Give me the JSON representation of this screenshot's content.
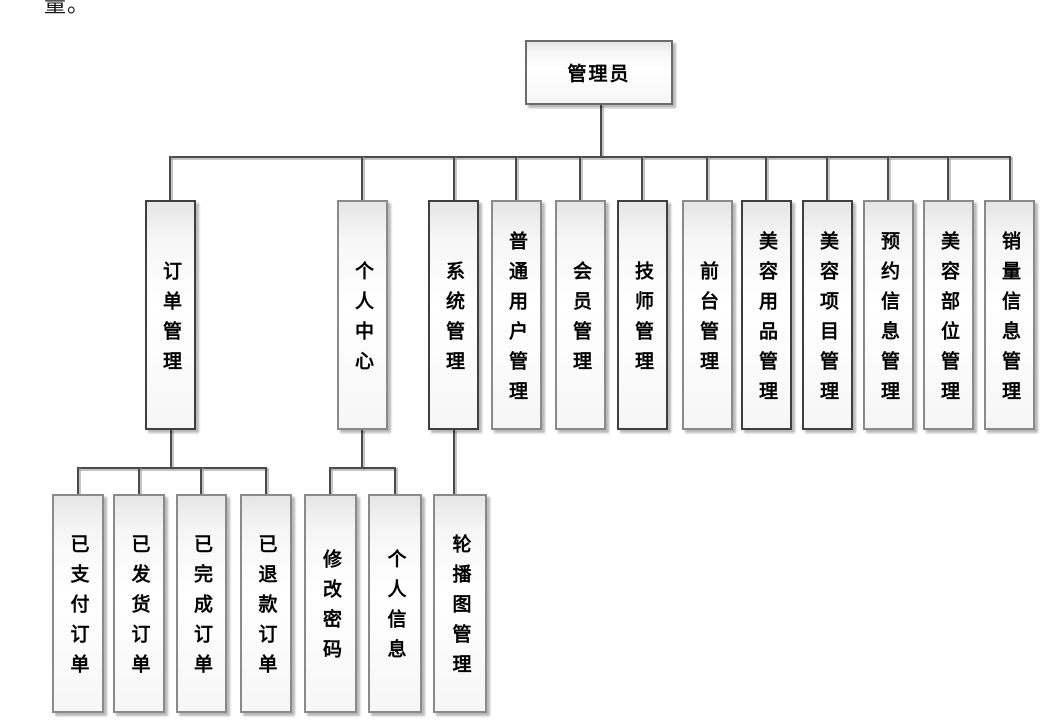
{
  "page": {
    "background": "#ffffff",
    "corner_text": "量。"
  },
  "style": {
    "line_color": "#4a4a4a",
    "box_border_gray": "#8a8a8a",
    "box_border_dark": "#3f3f3f",
    "box_fill_top": "#e5e5e5",
    "box_fill_bottom": "#ffffff",
    "text_color": "#000000"
  },
  "nodes": {
    "root": "管理员",
    "level2": [
      "订单管理",
      "个人中心",
      "系统管理",
      "普通用户管理",
      "会员管理",
      "技师管理",
      "前台管理",
      "美容用品管理",
      "美容项目管理",
      "预约信息管理",
      "美容部位管理",
      "销量信息管理"
    ],
    "order_children": [
      "已支付订单",
      "已发货订单",
      "已完成订单",
      "已退款订单"
    ],
    "personal_children": [
      "修改密码",
      "个人信息"
    ],
    "system_children": [
      "轮播图管理"
    ]
  }
}
